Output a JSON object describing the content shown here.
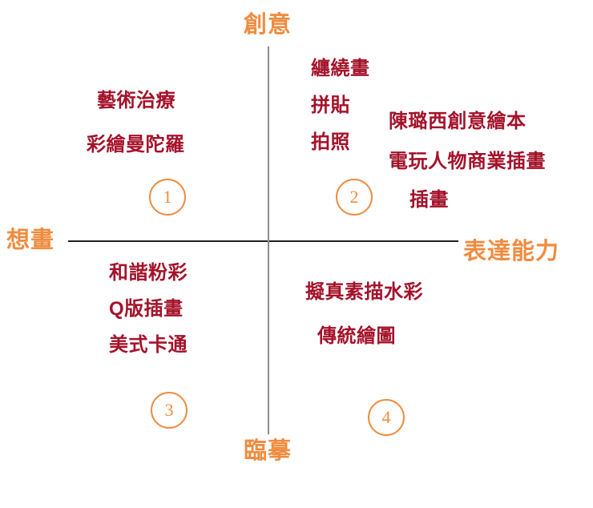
{
  "colors": {
    "axis_label": "#ef8c3f",
    "item_text": "#a4122a",
    "circle": "#ef8c3f",
    "axis_horizontal": "#231f20",
    "axis_vertical": "#8e8e8e",
    "background": "#ffffff"
  },
  "chart_data": {
    "type": "scatter",
    "title": "",
    "xlabel": "表達能力",
    "ylabel": "創意",
    "axes": {
      "top": "創意",
      "bottom": "臨摹",
      "left": "想畫",
      "right": "表達能力"
    },
    "grid": false,
    "legend": "none",
    "quadrants": [
      {
        "number": "1",
        "position": "upper-left",
        "x_axis": "想畫",
        "y_axis": "創意",
        "items": [
          "藝術治療",
          "彩繪曼陀羅"
        ]
      },
      {
        "number": "2",
        "position": "upper-right",
        "x_axis": "表達能力",
        "y_axis": "創意",
        "items": [
          "纏繞畫",
          "拼貼",
          "拍照",
          "陳璐西創意繪本",
          "電玩人物商業插畫",
          "插畫"
        ]
      },
      {
        "number": "3",
        "position": "lower-left",
        "x_axis": "想畫",
        "y_axis": "臨摹",
        "items": [
          "和諧粉彩",
          "Q版插畫",
          "美式卡通"
        ]
      },
      {
        "number": "4",
        "position": "lower-right",
        "x_axis": "表達能力",
        "y_axis": "臨摹",
        "items": [
          "擬真素描水彩",
          "傳統繪圖"
        ]
      }
    ]
  }
}
